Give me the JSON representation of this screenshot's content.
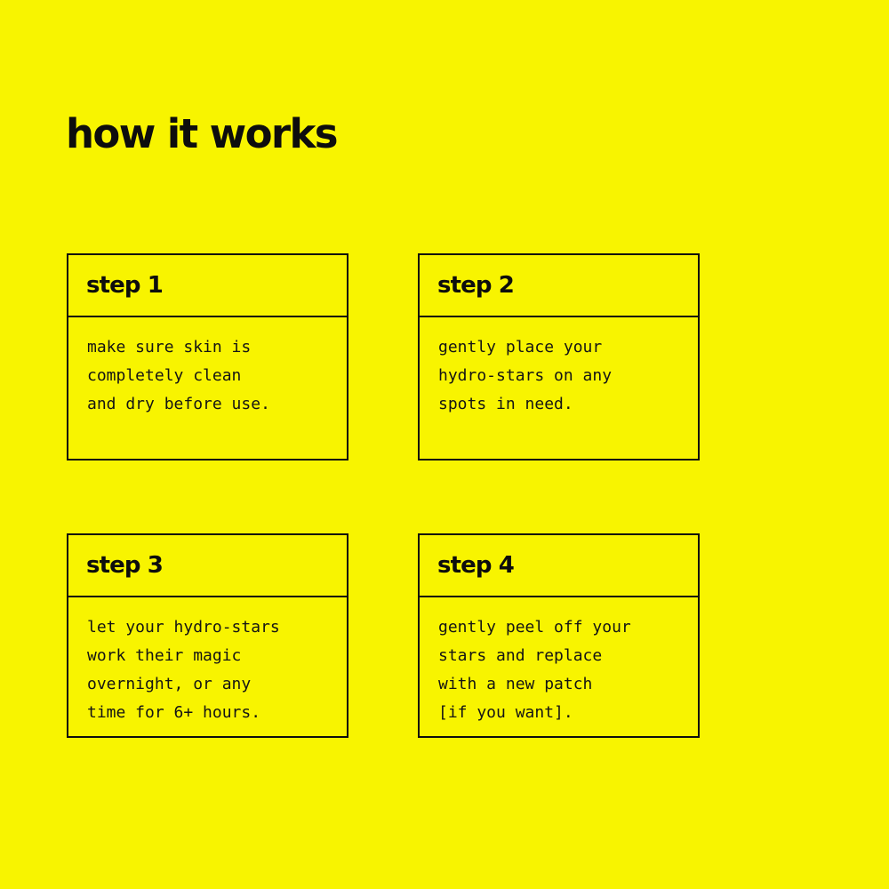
{
  "theme": {
    "background_color": "#f8f400",
    "ink_color": "#0d0d0d",
    "border_color": "#0d0d0d"
  },
  "header": {
    "title": "how it works"
  },
  "steps": [
    {
      "label": "step 1",
      "text": "make sure skin is\ncompletely clean\nand dry before use.",
      "lines": [
        "make sure skin is",
        "completely clean",
        "and dry before use."
      ]
    },
    {
      "label": "step 2",
      "text": "gently place your\nhydro-stars on any\nspots in need.",
      "lines": [
        "gently place your",
        "hydro-stars on any",
        "spots in need."
      ]
    },
    {
      "label": "step 3",
      "text": "let your hydro-stars\nwork their magic\novernight, or any\ntime for 6+ hours.",
      "lines": [
        "let your hydro-stars",
        "work their magic",
        "overnight, or any",
        "time for 6+ hours."
      ]
    },
    {
      "label": "step 4",
      "text": "gently peel off your\nstars and replace\nwith a new patch\n[if you want].",
      "lines": [
        "gently peel off your",
        "stars and replace",
        "with a new patch",
        "[if you want]."
      ]
    }
  ]
}
